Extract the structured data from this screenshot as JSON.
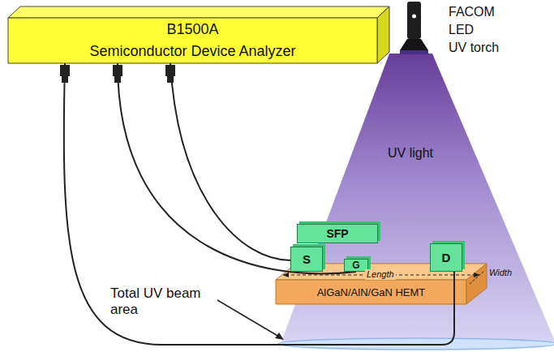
{
  "diagram": {
    "nodes": [
      {
        "text": [
          "B1500A",
          "Semiconductor Device Analyzer"
        ]
      },
      {
        "text": [
          "SFP"
        ]
      },
      {
        "text": [
          "S"
        ]
      },
      {
        "text": [
          "G"
        ]
      },
      {
        "text": [
          "D"
        ]
      },
      {
        "text": [
          "AlGaN/AlN/GaN HEMT"
        ]
      }
    ],
    "edges": [
      {
        "from": 0,
        "to": 2,
        "arrow": "none"
      },
      {
        "from": 0,
        "to": 3,
        "arrow": "none"
      },
      {
        "from": 0,
        "to": 4,
        "arrow": "none"
      }
    ],
    "labels": [
      "FACOM",
      "LED",
      "UV torch",
      "UV light",
      "Length",
      "Width",
      "Total UV beam area"
    ]
  }
}
